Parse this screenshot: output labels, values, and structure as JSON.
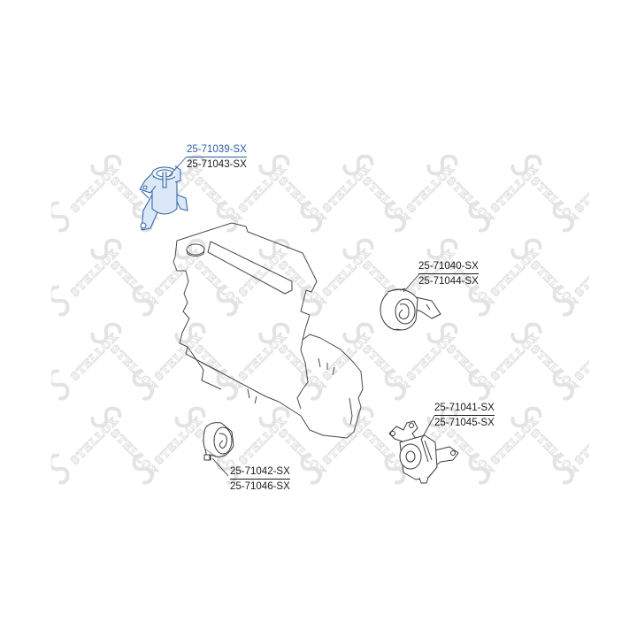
{
  "diagram": {
    "type": "engine-mount-catalog",
    "watermark": {
      "text": "STELLOX",
      "logo": "stellox-s-logo-icon",
      "color": "#e6e6e6"
    },
    "colors": {
      "background": "#ffffff",
      "line": "#3a3a3a",
      "highlight": "#2c5fa3",
      "highlight_fill": "#dbe8f8",
      "label_text": "#1a1a1a"
    },
    "engine": {
      "label": "engine-block-outline"
    },
    "parts": [
      {
        "id": "mount-top-left",
        "highlighted": true,
        "part_numbers": [
          "25-71039-SX",
          "25-71043-SX"
        ]
      },
      {
        "id": "mount-right-upper",
        "highlighted": false,
        "part_numbers": [
          "25-71040-SX",
          "25-71044-SX"
        ]
      },
      {
        "id": "mount-right-lower",
        "highlighted": false,
        "part_numbers": [
          "25-71041-SX",
          "25-71045-SX"
        ]
      },
      {
        "id": "mount-bottom",
        "highlighted": false,
        "part_numbers": [
          "25-71042-SX",
          "25-71046-SX"
        ]
      }
    ]
  }
}
